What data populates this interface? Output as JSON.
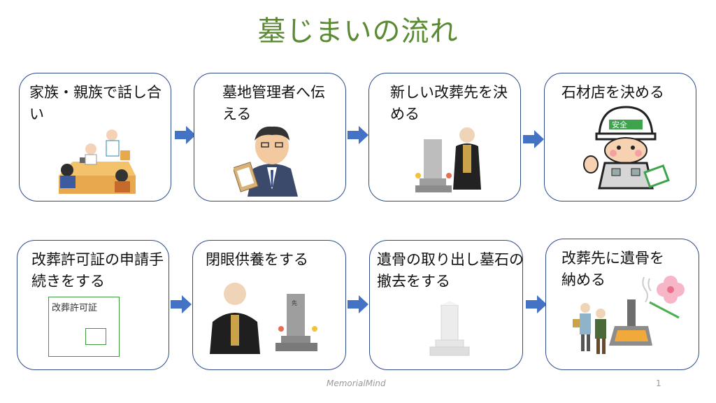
{
  "title": "墓じまいの流れ",
  "steps": [
    {
      "label": "家族・親族で話し合い"
    },
    {
      "label": "墓地管理者へ伝える"
    },
    {
      "label": "新しい改葬先を決める"
    },
    {
      "label": "石材店を決める"
    },
    {
      "label": "改葬許可証の申請手続きをする"
    },
    {
      "label": "閉眼供養をする"
    },
    {
      "label": "遺骨の取り出し墓石の撤去をする"
    },
    {
      "label": "改葬先に遺骨を納める"
    }
  ],
  "permit_doc_label": "改葬許可証",
  "helmet_text": "安全",
  "footer": "MemorialMind",
  "page_number": "1",
  "colors": {
    "title": "#5a8a32",
    "card_border": "#2b4a8a",
    "arrow": "#4472c4"
  }
}
